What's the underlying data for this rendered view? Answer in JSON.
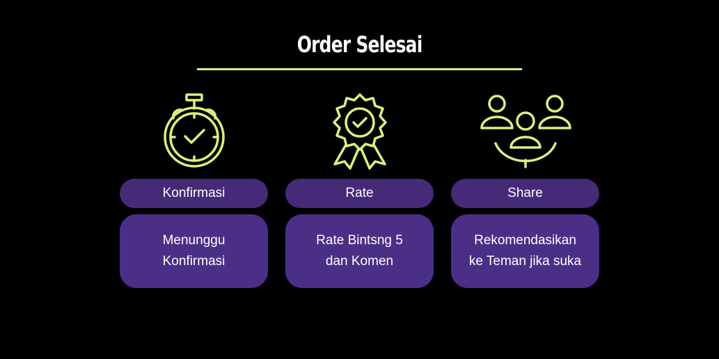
{
  "title": "Order Selesai",
  "colors": {
    "background": "#000000",
    "accent": "#d8f27a",
    "pill": "#452a78",
    "box": "#4b2f86",
    "text": "#ffffff"
  },
  "steps": [
    {
      "icon": "stopwatch-check-icon",
      "label": "Konfirmasi",
      "lines": [
        "Menunggu",
        "Konfirmasi"
      ]
    },
    {
      "icon": "award-badge-check-icon",
      "label": "Rate",
      "lines": [
        "Rate Bintsng 5",
        "dan Komen"
      ]
    },
    {
      "icon": "people-share-icon",
      "label": "Share",
      "lines": [
        "Rekomendasikan",
        "ke Teman jika suka"
      ]
    }
  ]
}
